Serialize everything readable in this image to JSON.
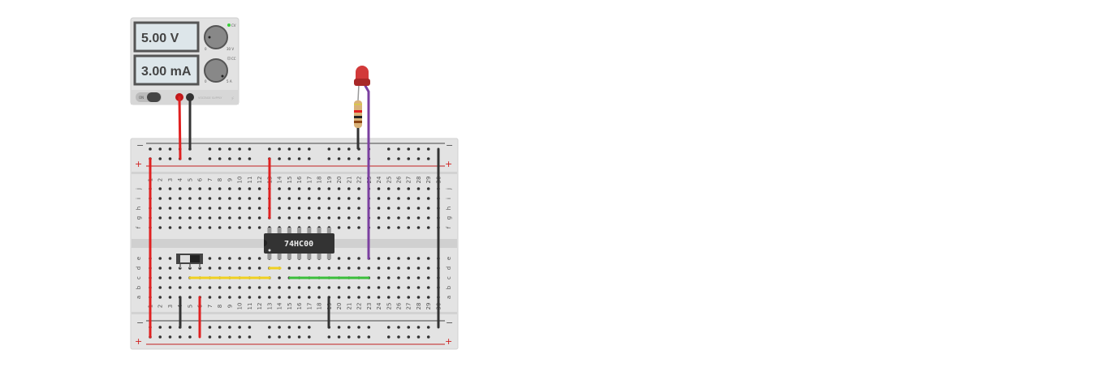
{
  "power_supply": {
    "voltage_display": "5.00 V",
    "current_display": "3.00 mA",
    "power_switch_label": "ON",
    "cv_label": "CV",
    "cc_label": "CC",
    "voltage_knob_min": "0",
    "voltage_knob_max": "30 V",
    "current_knob_min": "0",
    "current_knob_max": "5 A",
    "brand_label": "VOLTAGE SUPPLY",
    "cv_indicator_color": "#39d039"
  },
  "breadboard": {
    "columns": [
      "1",
      "2",
      "3",
      "4",
      "5",
      "6",
      "7",
      "8",
      "9",
      "10",
      "11",
      "12",
      "13",
      "14",
      "15",
      "16",
      "17",
      "18",
      "19",
      "20",
      "21",
      "22",
      "23",
      "24",
      "25",
      "26",
      "27",
      "28",
      "29",
      "30"
    ],
    "top_rows": [
      "j",
      "i",
      "h",
      "g",
      "f"
    ],
    "bottom_rows": [
      "e",
      "d",
      "c",
      "b",
      "a"
    ],
    "rail_minus": "−",
    "rail_plus": "+"
  },
  "chip": {
    "label": "74HC00"
  },
  "led": {
    "color": "#d23a3a"
  },
  "wire_colors": {
    "red": "#e02020",
    "black": "#333333",
    "yellow": "#f0d020",
    "green": "#3bbf3b",
    "purple": "#7b3fa0"
  }
}
